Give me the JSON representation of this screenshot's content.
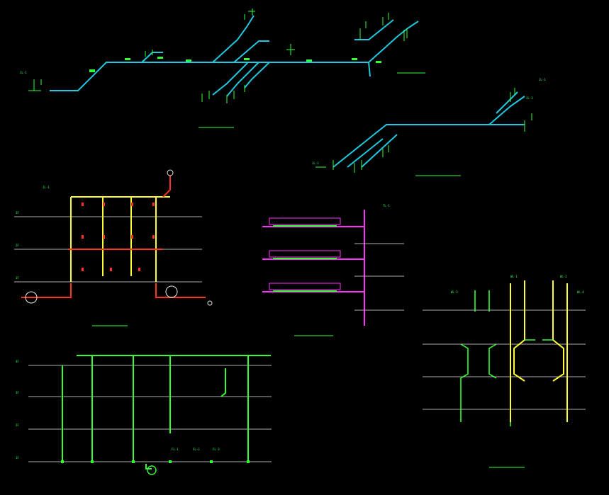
{
  "colors": {
    "background": "#000000",
    "level_line": "#e8e8e8",
    "pipe_green": "#33ff33",
    "pipe_cyan": "#22c8e0",
    "pipe_yellow": "#ffff33",
    "pipe_red": "#ff3322",
    "pipe_magenta": "#ff33ff"
  },
  "labels": {
    "iso_top_label": "JL-1",
    "iso_right_label_1": "JL-1",
    "iso_right_label_2": "JL-3",
    "iso_lower_label": "JL-1",
    "riser_top_label": "JL-1",
    "level_1": "1F",
    "level_2": "2F",
    "level_3": "3F",
    "level_4": "4F",
    "magenta_label": "TL-1",
    "right_label_1": "WL-1",
    "right_label_2": "WL-2",
    "right_label_3": "WL-3",
    "right_label_4": "WL-4",
    "bottom_label_1": "FL-1",
    "bottom_label_2": "FL-2",
    "bottom_label_3": "FL-3"
  }
}
